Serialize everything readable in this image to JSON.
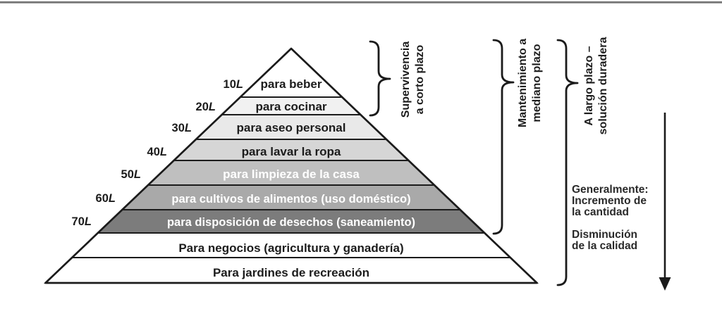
{
  "figure": {
    "unit": "L",
    "pyramid": {
      "levels": [
        {
          "amount": "10",
          "label": "para beber",
          "fill": "#ffffff",
          "text": "#1c1c1c"
        },
        {
          "amount": "20",
          "label": "para cocinar",
          "fill": "#f1f1f1",
          "text": "#1c1c1c"
        },
        {
          "amount": "30",
          "label": "para aseo personal",
          "fill": "#e9e9e9",
          "text": "#1c1c1c"
        },
        {
          "amount": "40",
          "label": "para lavar la ropa",
          "fill": "#d6d6d6",
          "text": "#1c1c1c"
        },
        {
          "amount": "50",
          "label": "para limpieza de la casa",
          "fill": "#bfbfbf",
          "text": "#ffffff"
        },
        {
          "amount": "60",
          "label": "para cultivos de alimentos (uso doméstico)",
          "fill": "#a9a9a9",
          "text": "#ffffff"
        },
        {
          "amount": "70",
          "label": "para disposición de desechos (saneamiento)",
          "fill": "#7c7c7c",
          "text": "#ffffff"
        },
        {
          "amount": "",
          "label": "Para negocios (agricultura y ganadería)",
          "fill": "#ffffff",
          "text": "#1c1c1c"
        },
        {
          "amount": "",
          "label": "Para jardines de recreación",
          "fill": "#ffffff",
          "text": "#1c1c1c"
        }
      ]
    },
    "brackets": [
      {
        "line1": "Supervivencia",
        "line2": "a corto plazo"
      },
      {
        "line1": "Mantenimiento a",
        "line2": "mediano plazo"
      },
      {
        "line1": "A largo plazo –",
        "line2": "solución duradera"
      }
    ],
    "note": {
      "line1": "Generalmente:",
      "line2": "Incremento de",
      "line3": "la cantidad",
      "line4": "Disminución",
      "line5": "de la calidad"
    },
    "colors": {
      "outline": "#1b1b1b",
      "top_rule": "#6f6f6f"
    }
  }
}
